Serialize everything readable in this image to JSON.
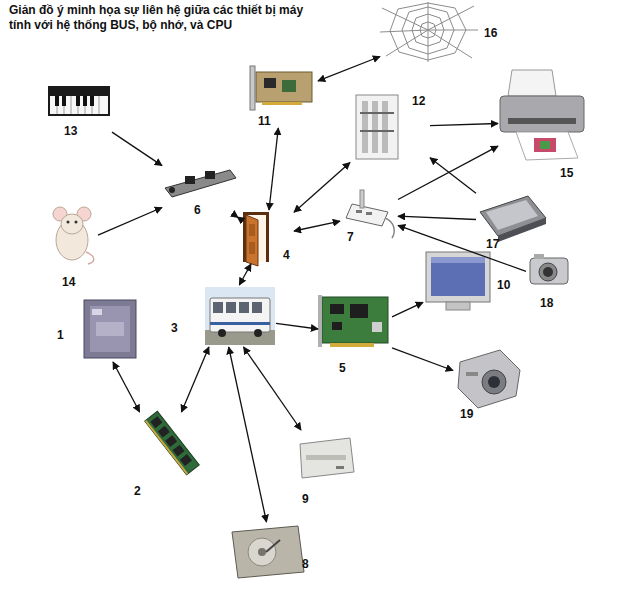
{
  "diagram": {
    "title": "Giản đồ ý minh họa sự liên hệ giữa các thiết bị máy tính với hệ thống BUS, bộ nhớ, và CPU",
    "nodes": [
      {
        "text": [
          "1"
        ]
      },
      {
        "text": [
          "2"
        ]
      },
      {
        "text": [
          "3"
        ]
      },
      {
        "text": [
          "4"
        ]
      },
      {
        "text": [
          "5"
        ]
      },
      {
        "text": [
          "6"
        ]
      },
      {
        "text": [
          "7"
        ]
      },
      {
        "text": [
          "8"
        ]
      },
      {
        "text": [
          "9"
        ]
      },
      {
        "text": [
          "10"
        ]
      },
      {
        "text": [
          "11"
        ]
      },
      {
        "text": [
          "12"
        ]
      },
      {
        "text": [
          "13"
        ]
      },
      {
        "text": [
          "14"
        ]
      },
      {
        "text": [
          "15"
        ]
      },
      {
        "text": [
          "16"
        ]
      },
      {
        "text": [
          "17"
        ]
      },
      {
        "text": [
          "18"
        ]
      },
      {
        "text": [
          "19"
        ]
      }
    ],
    "edges": [
      {
        "from": 0,
        "to": 1,
        "arrow": "both"
      },
      {
        "from": 1,
        "to": 2,
        "arrow": "both"
      },
      {
        "from": 2,
        "to": 7,
        "arrow": "both"
      },
      {
        "from": 2,
        "to": 8,
        "arrow": "both"
      },
      {
        "from": 2,
        "to": 4,
        "arrow": "to"
      },
      {
        "from": 4,
        "to": 9,
        "arrow": "to"
      },
      {
        "from": 4,
        "to": 18,
        "arrow": "to"
      },
      {
        "from": 2,
        "to": 3,
        "arrow": "both"
      },
      {
        "from": 5,
        "to": 3,
        "arrow": "both"
      },
      {
        "from": 3,
        "to": 10,
        "arrow": "both"
      },
      {
        "from": 10,
        "to": 15,
        "arrow": "both"
      },
      {
        "from": 3,
        "to": 11,
        "arrow": "both"
      },
      {
        "from": 11,
        "to": 14,
        "arrow": "to"
      },
      {
        "from": 16,
        "to": 11,
        "arrow": "to"
      },
      {
        "from": 3,
        "to": 6,
        "arrow": "both"
      },
      {
        "from": 6,
        "to": 14,
        "arrow": "to"
      },
      {
        "from": 16,
        "to": 6,
        "arrow": "to"
      },
      {
        "from": 17,
        "to": 6,
        "arrow": "to"
      },
      {
        "from": 12,
        "to": 5,
        "arrow": "to"
      },
      {
        "from": 13,
        "to": 5,
        "arrow": "to"
      }
    ]
  }
}
